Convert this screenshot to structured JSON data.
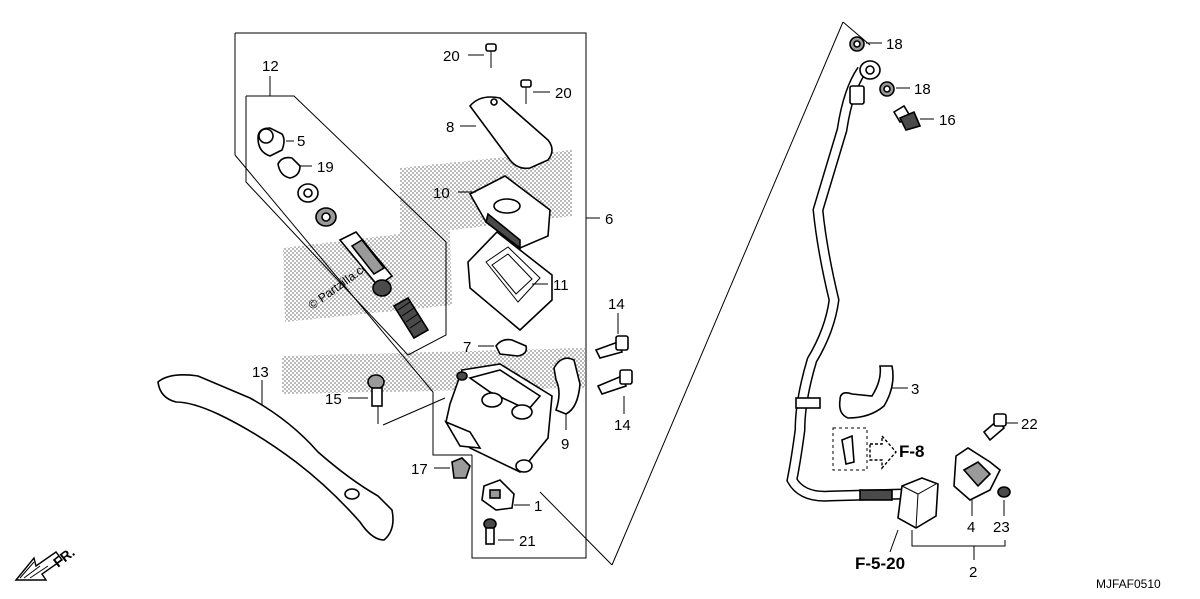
{
  "diagram": {
    "callouts": {
      "c1": "1",
      "c2": "2",
      "c3": "3",
      "c4": "4",
      "c5": "5",
      "c6": "6",
      "c7": "7",
      "c8": "8",
      "c9": "9",
      "c10": "10",
      "c11": "11",
      "c12": "12",
      "c13": "13",
      "c14a": "14",
      "c14b": "14",
      "c15": "15",
      "c16": "16",
      "c17": "17",
      "c18a": "18",
      "c18b": "18",
      "c19": "19",
      "c20a": "20",
      "c20b": "20",
      "c21": "21",
      "c22": "22",
      "c23": "23"
    },
    "refs": {
      "f8": "F-8",
      "f520": "F-5-20"
    },
    "watermark": "© Partzilla.com",
    "front_marker": "FR.",
    "diagram_code": "MJFAF0510",
    "colors": {
      "line": "#000000",
      "stipple": "#8a8a8a",
      "background": "#ffffff"
    }
  }
}
